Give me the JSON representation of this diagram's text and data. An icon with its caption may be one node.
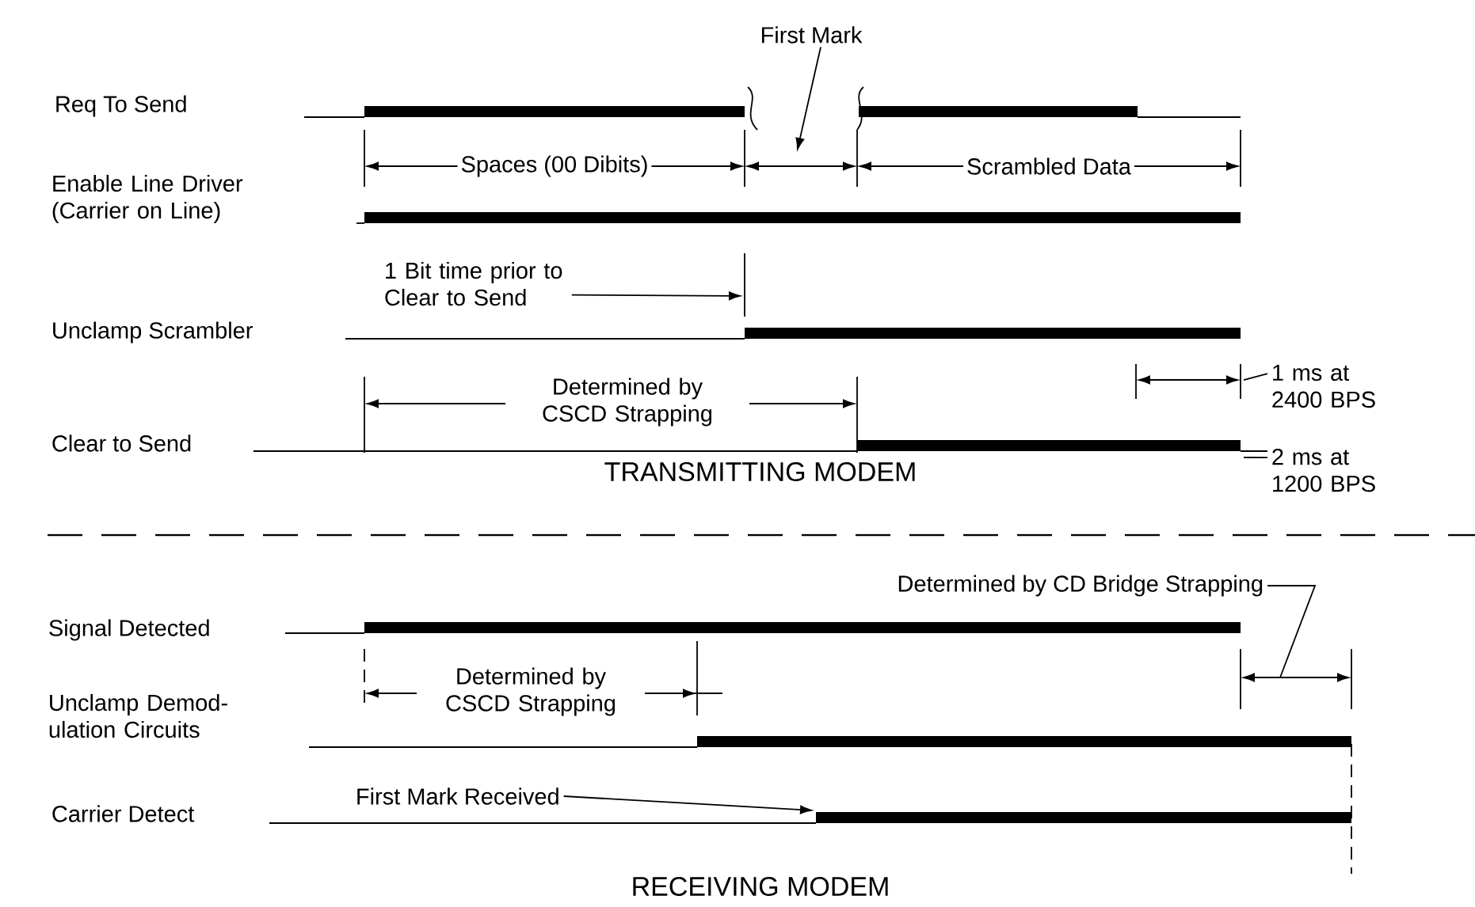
{
  "diagram": {
    "nodes": [
      {
        "text": [
          "First Mark"
        ]
      },
      {
        "text": [
          "1 Bit time prior to Clear to Send"
        ]
      },
      {
        "text": [
          "1 ms at 2400 BPS"
        ]
      },
      {
        "text": [
          "2 ms at 1200 BPS"
        ]
      },
      {
        "text": [
          "Determined by CD Bridge Strapping"
        ]
      },
      {
        "text": [
          "First Mark Received"
        ]
      }
    ],
    "edges": [
      {
        "from": 0,
        "to": null,
        "arrow": "to"
      },
      {
        "from": 1,
        "to": null,
        "arrow": "to"
      },
      {
        "from": 2,
        "to": null,
        "arrow": "none"
      },
      {
        "from": 3,
        "to": null,
        "arrow": "none"
      },
      {
        "from": 4,
        "to": null,
        "arrow": "none"
      },
      {
        "from": 5,
        "to": null,
        "arrow": "to"
      }
    ],
    "labels": [
      "Req To Send",
      "Spaces (00 Dibits)",
      "Scrambled Data",
      "Enable Line Driver (Carrier on Line)",
      "Unclamp Scrambler",
      "Determined by CSCD Strapping",
      "Clear to Send",
      "TRANSMITTING MODEM",
      "Signal Detected",
      "Determined by CSCD Strapping",
      "Unclamp Demod- ulation Circuits",
      "Carrier Detect",
      "RECEIVING MODEM"
    ]
  }
}
